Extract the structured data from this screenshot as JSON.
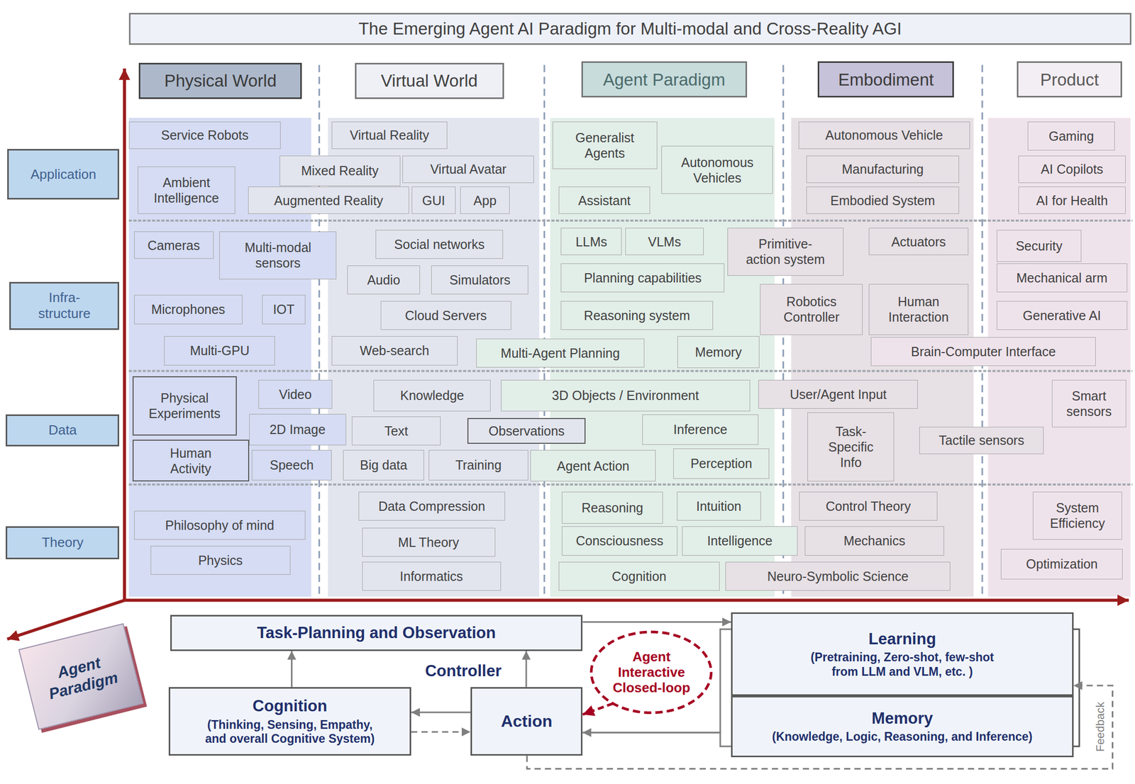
{
  "diagram": {
    "title": "The Emerging Agent AI Paradigm for Multi-modal and Cross-Reality AGI",
    "nodes": [
      {
        "text": [
          "Physical World"
        ]
      },
      {
        "text": [
          "Virtual World"
        ]
      },
      {
        "text": [
          "Agent Paradigm"
        ]
      },
      {
        "text": [
          "Embodiment"
        ]
      },
      {
        "text": [
          "Product"
        ]
      },
      {
        "text": [
          "Application"
        ]
      },
      {
        "text": [
          "Infra- structure"
        ]
      },
      {
        "text": [
          "Data"
        ]
      },
      {
        "text": [
          "Theory"
        ]
      },
      {
        "text": [
          "Service Robots"
        ]
      },
      {
        "text": [
          "Ambient Intelligence"
        ]
      },
      {
        "text": [
          "Virtual Reality"
        ]
      },
      {
        "text": [
          "Mixed Reality"
        ]
      },
      {
        "text": [
          "Virtual Avatar"
        ]
      },
      {
        "text": [
          "Augmented Reality"
        ]
      },
      {
        "text": [
          "GUI"
        ]
      },
      {
        "text": [
          "App"
        ]
      },
      {
        "text": [
          "Generalist Agents"
        ]
      },
      {
        "text": [
          "Autonomous Vehicles"
        ]
      },
      {
        "text": [
          "Assistant"
        ]
      },
      {
        "text": [
          "Autonomous Vehicle"
        ]
      },
      {
        "text": [
          "Manufacturing"
        ]
      },
      {
        "text": [
          "Embodied System"
        ]
      },
      {
        "text": [
          "Gaming"
        ]
      },
      {
        "text": [
          "AI Copilots"
        ]
      },
      {
        "text": [
          "AI for Health"
        ]
      },
      {
        "text": [
          "Cameras"
        ]
      },
      {
        "text": [
          "Multi-modal sensors"
        ]
      },
      {
        "text": [
          "Microphones"
        ]
      },
      {
        "text": [
          "IOT"
        ]
      },
      {
        "text": [
          "Multi-GPU"
        ]
      },
      {
        "text": [
          "Social networks"
        ]
      },
      {
        "text": [
          "Audio"
        ]
      },
      {
        "text": [
          "Simulators"
        ]
      },
      {
        "text": [
          "Cloud Servers"
        ]
      },
      {
        "text": [
          "Web-search"
        ]
      },
      {
        "text": [
          "Multi-Agent Planning"
        ]
      },
      {
        "text": [
          "LLMs"
        ]
      },
      {
        "text": [
          "VLMs"
        ]
      },
      {
        "text": [
          "Primitive- action system"
        ]
      },
      {
        "text": [
          "Planning capabilities"
        ]
      },
      {
        "text": [
          "Reasoning system"
        ]
      },
      {
        "text": [
          "Memory"
        ]
      },
      {
        "text": [
          "Actuators"
        ]
      },
      {
        "text": [
          "Robotics Controller"
        ]
      },
      {
        "text": [
          "Human Interaction"
        ]
      },
      {
        "text": [
          "Brain-Computer Interface"
        ]
      },
      {
        "text": [
          "Security"
        ]
      },
      {
        "text": [
          "Mechanical arm"
        ]
      },
      {
        "text": [
          "Generative AI"
        ]
      },
      {
        "text": [
          "Physical Experiments"
        ]
      },
      {
        "text": [
          "Video"
        ]
      },
      {
        "text": [
          "2D Image"
        ]
      },
      {
        "text": [
          "Human Activity"
        ]
      },
      {
        "text": [
          "Speech"
        ]
      },
      {
        "text": [
          "Knowledge"
        ]
      },
      {
        "text": [
          "3D Objects / Environment"
        ]
      },
      {
        "text": [
          "Text"
        ]
      },
      {
        "text": [
          "Observations"
        ]
      },
      {
        "text": [
          "Big data"
        ]
      },
      {
        "text": [
          "Training"
        ]
      },
      {
        "text": [
          "Inference"
        ]
      },
      {
        "text": [
          "Agent Action"
        ]
      },
      {
        "text": [
          "Perception"
        ]
      },
      {
        "text": [
          "User/Agent Input"
        ]
      },
      {
        "text": [
          "Task- Specific Info"
        ]
      },
      {
        "text": [
          "Tactile sensors"
        ]
      },
      {
        "text": [
          "Smart sensors"
        ]
      },
      {
        "text": [
          "Philosophy of mind"
        ]
      },
      {
        "text": [
          "Physics"
        ]
      },
      {
        "text": [
          "Data Compression"
        ]
      },
      {
        "text": [
          "ML Theory"
        ]
      },
      {
        "text": [
          "Informatics"
        ]
      },
      {
        "text": [
          "Reasoning"
        ]
      },
      {
        "text": [
          "Intuition"
        ]
      },
      {
        "text": [
          "Consciousness"
        ]
      },
      {
        "text": [
          "Intelligence"
        ]
      },
      {
        "text": [
          "Cognition"
        ]
      },
      {
        "text": [
          "Neuro-Symbolic Science"
        ]
      },
      {
        "text": [
          "Control Theory"
        ]
      },
      {
        "text": [
          "Mechanics"
        ]
      },
      {
        "text": [
          "System Efficiency"
        ]
      },
      {
        "text": [
          "Optimization"
        ]
      },
      {
        "text": [
          "Agent Paradigm"
        ]
      },
      {
        "text": [
          "Task-Planning and Observation"
        ]
      },
      {
        "text": [
          "Cognition",
          "(Thinking, Sensing, Empathy, and overall Cognitive System)"
        ]
      },
      {
        "text": [
          "Action"
        ]
      },
      {
        "text": [
          "Agent Interactive Closed-loop"
        ]
      },
      {
        "text": [
          "Learning",
          "(Pretraining, Zero-shot, few-shot from LLM and VLM, etc. )"
        ]
      },
      {
        "text": [
          "Memory",
          "(Knowledge, Logic, Reasoning, and Inference)"
        ]
      }
    ],
    "edges": [
      {
        "from": 85,
        "to": 84,
        "arrow": "to"
      },
      {
        "from": 86,
        "to": 84,
        "arrow": "to"
      },
      {
        "from": 84,
        "to": 88,
        "arrow": "to"
      },
      {
        "from": 86,
        "to": 85,
        "arrow": "to"
      },
      {
        "from": 85,
        "to": 86,
        "arrow": "to"
      },
      {
        "from": 88,
        "to": 86,
        "arrow": "to"
      },
      {
        "from": 89,
        "to": 86,
        "arrow": "to"
      },
      {
        "from": 86,
        "to": 88,
        "arrow": "to",
        "label": "Feedback"
      },
      {
        "from": 87,
        "to": 86,
        "arrow": "to"
      }
    ],
    "labels": [
      "Controller"
    ]
  }
}
